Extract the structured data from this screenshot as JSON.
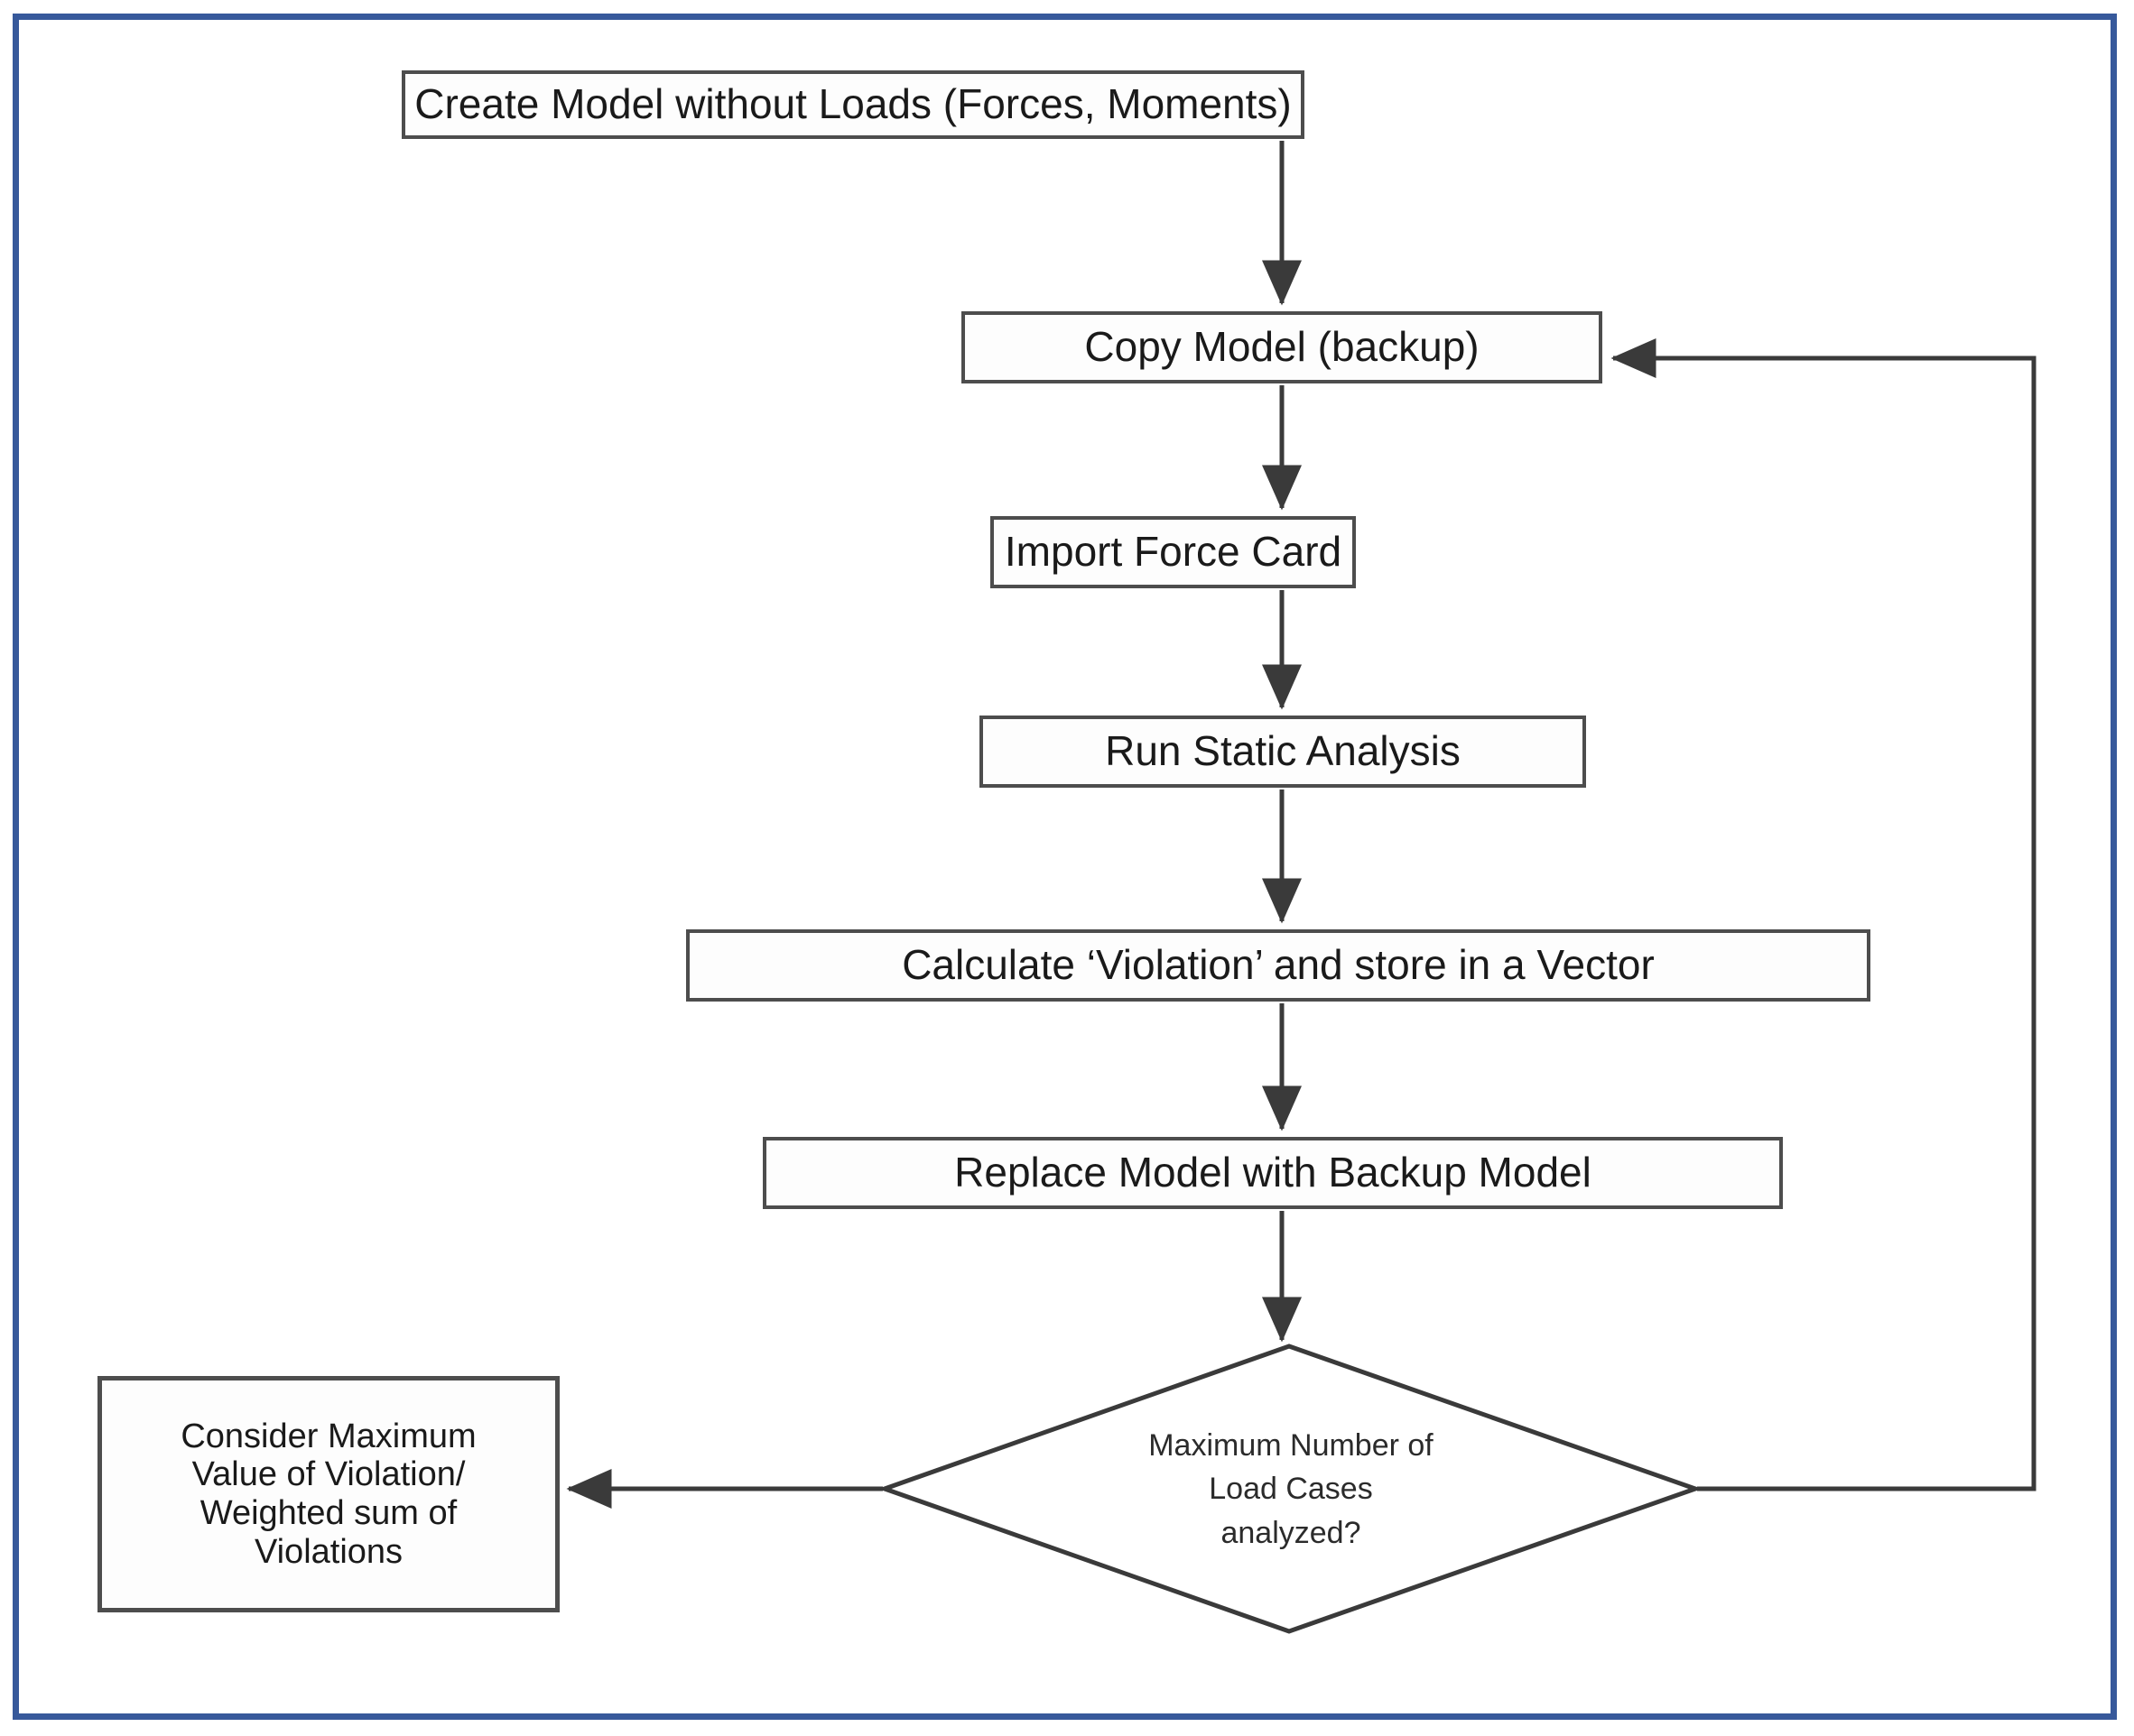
{
  "diagram": {
    "type": "flowchart",
    "title_visible": false,
    "frame_color": "#37599b",
    "node_border_color": "#4d4d4d",
    "node_fill_color": "#fdfdfd",
    "connector_color": "#3a3a3a",
    "nodes": [
      {
        "id": "create",
        "shape": "process",
        "label": "Create Model without Loads (Forces, Moments)"
      },
      {
        "id": "copy",
        "shape": "process",
        "label": "Copy Model (backup)"
      },
      {
        "id": "import",
        "shape": "process",
        "label": "Import Force Card"
      },
      {
        "id": "run",
        "shape": "process",
        "label": "Run Static Analysis"
      },
      {
        "id": "calc",
        "shape": "process",
        "label": "Calculate ‘Violation’ and store in a Vector"
      },
      {
        "id": "replace",
        "shape": "process",
        "label": "Replace Model with Backup Model"
      },
      {
        "id": "decision",
        "shape": "diamond",
        "label": "Maximum Number of\nLoad Cases\nanalyzed?"
      },
      {
        "id": "consider",
        "shape": "process",
        "label": "Consider Maximum\nValue of Violation/\nWeighted sum of\nViolations"
      }
    ],
    "edges": [
      {
        "from": "create",
        "to": "copy",
        "label": "",
        "style": "straight-down"
      },
      {
        "from": "copy",
        "to": "import",
        "label": "",
        "style": "straight-down"
      },
      {
        "from": "import",
        "to": "run",
        "label": "",
        "style": "straight-down"
      },
      {
        "from": "run",
        "to": "calc",
        "label": "",
        "style": "straight-down"
      },
      {
        "from": "calc",
        "to": "replace",
        "label": "",
        "style": "straight-down"
      },
      {
        "from": "replace",
        "to": "decision",
        "label": "",
        "style": "straight-down"
      },
      {
        "from": "decision",
        "to": "consider",
        "label": "",
        "style": "left"
      },
      {
        "from": "decision",
        "to": "copy",
        "label": "",
        "style": "loop-right-up"
      }
    ]
  }
}
